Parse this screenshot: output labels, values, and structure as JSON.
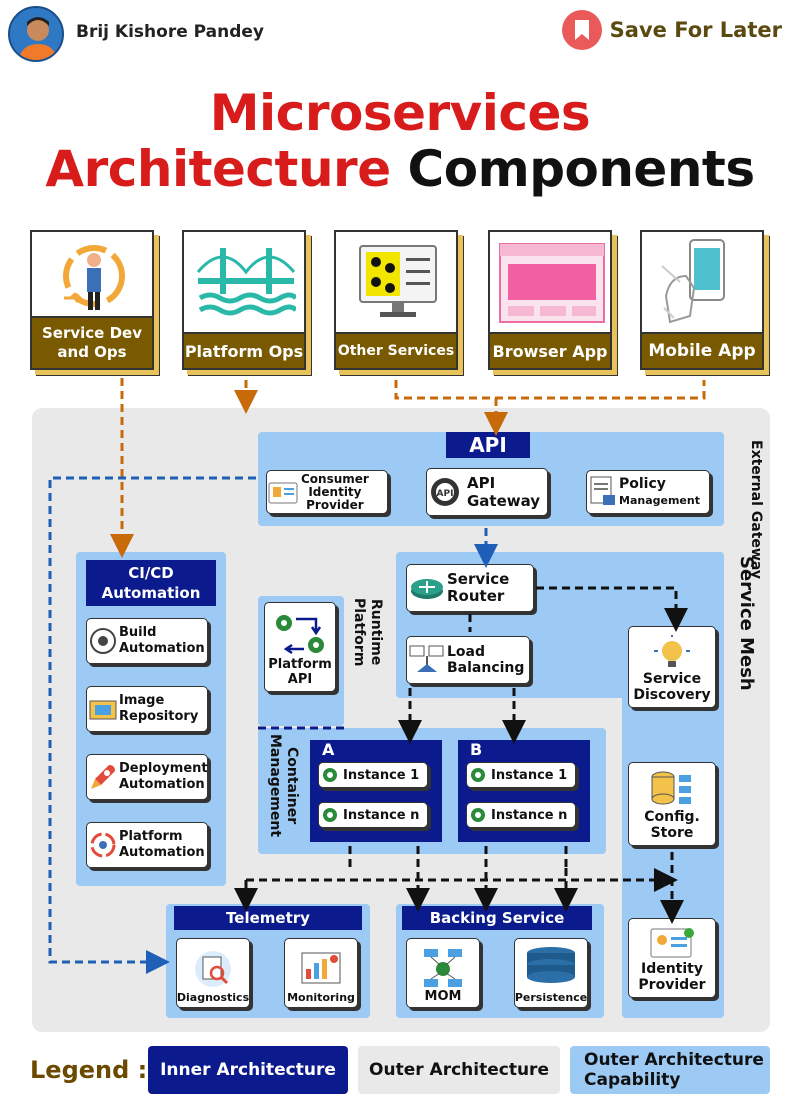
{
  "header": {
    "author": "Brij Kishore Pandey",
    "save_label": "Save For Later"
  },
  "title": {
    "line1": "Microservices",
    "line2a": "Architecture",
    "line2b": "Components"
  },
  "top_cards": [
    {
      "line1": "Service Dev",
      "line2": "and Ops"
    },
    {
      "label": "Platform Ops"
    },
    {
      "label": "Other Services"
    },
    {
      "label": "Browser App"
    },
    {
      "label": "Mobile App"
    }
  ],
  "gateway": {
    "header": "API",
    "side_label": "External Gateway",
    "consumer": [
      "Consumer",
      "Identity",
      "Provider"
    ],
    "api_gateway": [
      "API",
      "Gateway"
    ],
    "api_badge": "API",
    "policy": [
      "Policy",
      "Management"
    ]
  },
  "cicd": {
    "header": [
      "CI/CD",
      "Automation"
    ],
    "items": [
      [
        "Build",
        "Automation"
      ],
      [
        "Image",
        "Repository"
      ],
      [
        "Deployment",
        "Automation"
      ],
      [
        "Platform",
        "Automation"
      ]
    ]
  },
  "runtime": {
    "label": [
      "Runtime",
      "Platform"
    ],
    "platform_api": [
      "Platform",
      "API"
    ]
  },
  "service_mesh": {
    "label": "Service Mesh",
    "router": [
      "Service",
      "Router"
    ],
    "load_balancing": [
      "Load",
      "Balancing"
    ],
    "discovery": [
      "Service",
      "Discovery"
    ],
    "config": [
      "Config.",
      "Store"
    ],
    "identity": [
      "Identity",
      "Provider"
    ]
  },
  "container": {
    "label": [
      "Container",
      "Management"
    ],
    "groups": [
      {
        "name": "A",
        "items": [
          "Instance 1",
          "Instance n"
        ]
      },
      {
        "name": "B",
        "items": [
          "Instance 1",
          "Instance n"
        ]
      }
    ]
  },
  "telemetry": {
    "header": "Telemetry",
    "items": [
      "Diagnostics",
      "Monitoring"
    ]
  },
  "backing": {
    "header": "Backing Service",
    "items": [
      "MOM",
      "Persistence"
    ]
  },
  "legend": {
    "label": "Legend :",
    "inner": "Inner Architecture",
    "outer": "Outer Architecture",
    "capability": [
      "Outer Architecture",
      "Capability"
    ]
  },
  "colors": {
    "inner": "#0b1a8c",
    "outer": "#e9e9e9",
    "capability": "#9ccaf5",
    "brown": "#7a5a00",
    "red": "#d81c1c",
    "orange_arrow": "#c86a0a"
  }
}
